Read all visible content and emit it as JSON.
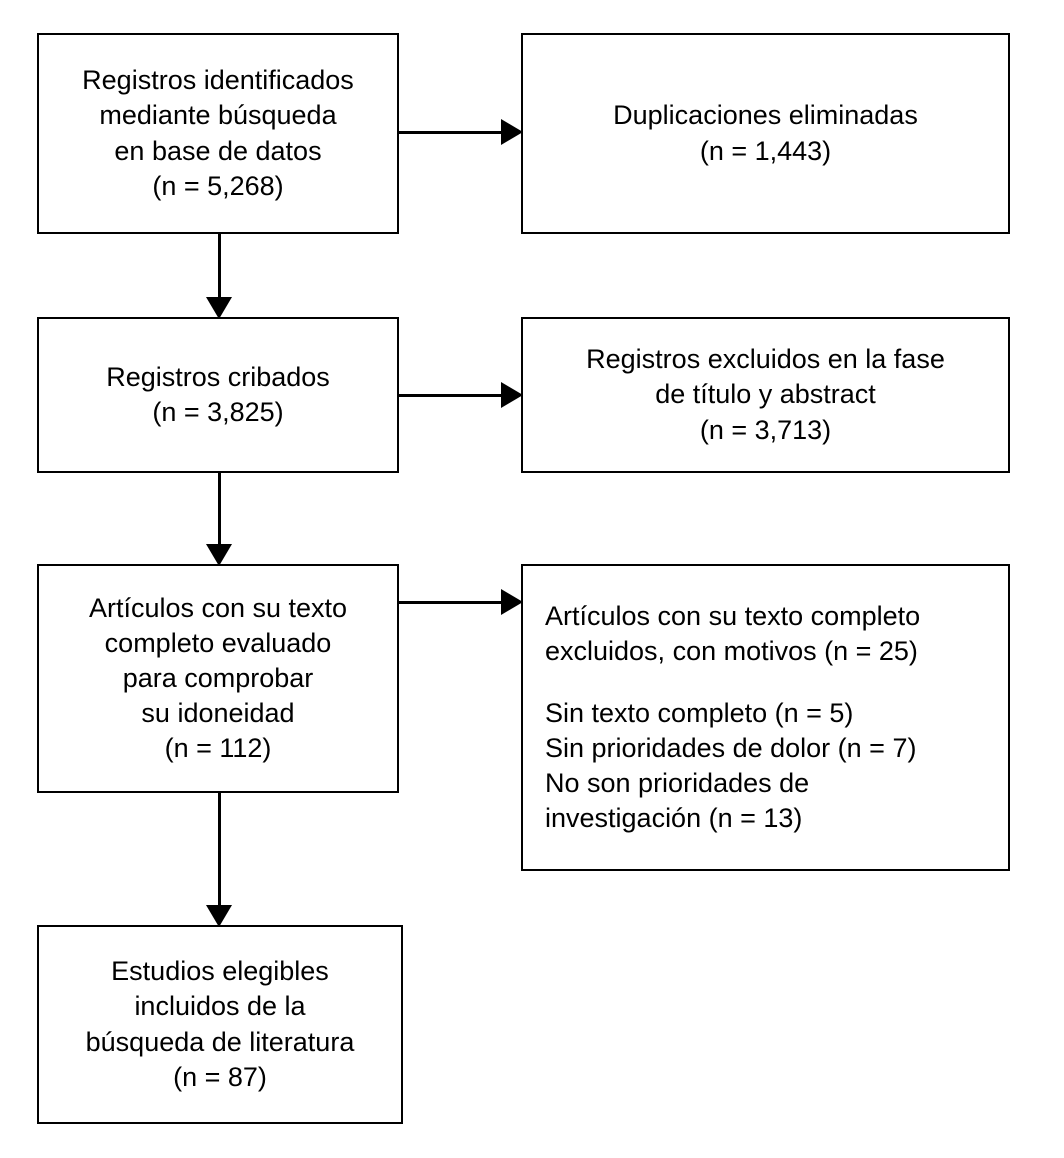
{
  "diagram": {
    "type": "prisma-flow-diagram",
    "language": "es",
    "background_color": "#ffffff",
    "line_color": "#000000",
    "text_color": "#000000"
  },
  "boxes": {
    "identification": {
      "name": "registros-identificados",
      "lines": [
        "Registros identificados",
        "mediante búsqueda",
        "en base de datos",
        "(n = 5,268)"
      ],
      "count": "5,268"
    },
    "duplicates": {
      "name": "duplicaciones-eliminadas",
      "lines": [
        "Duplicaciones eliminadas",
        "(n = 1,443)"
      ],
      "count": "1,443"
    },
    "screened": {
      "name": "registros-cribados",
      "lines": [
        "Registros cribados",
        "(n = 3,825)"
      ],
      "count": "3,825"
    },
    "excluded_title_abstract": {
      "name": "registros-excluidos-titulo-abstract",
      "lines": [
        "Registros excluidos en la fase",
        "de título y abstract",
        "(n = 3,713)"
      ],
      "count": "3,713"
    },
    "full_text_assessed": {
      "name": "articulos-texto-completo-evaluado",
      "lines": [
        "Artículos con su texto",
        "completo evaluado",
        "para comprobar",
        "su idoneidad",
        "(n = 112)"
      ],
      "count": "112"
    },
    "excluded_full_text": {
      "name": "articulos-excluidos-con-motivos",
      "lines": [
        "Artículos con su texto completo",
        "excluidos, con motivos (n = 25)",
        "",
        "Sin texto completo (n = 5)",
        "Sin prioridades de dolor (n = 7)",
        "No son prioridades de",
        "investigación (n = 13)"
      ],
      "count": "25",
      "reasons": [
        {
          "label": "Sin texto completo",
          "count": "5"
        },
        {
          "label": "Sin prioridades de dolor",
          "count": "7"
        },
        {
          "label": "No son prioridades de investigación",
          "count": "13"
        }
      ]
    },
    "included": {
      "name": "estudios-elegibles-incluidos",
      "lines": [
        "Estudios elegibles",
        "incluidos de la",
        "búsqueda de literatura",
        "(n = 87)"
      ],
      "count": "87"
    }
  }
}
